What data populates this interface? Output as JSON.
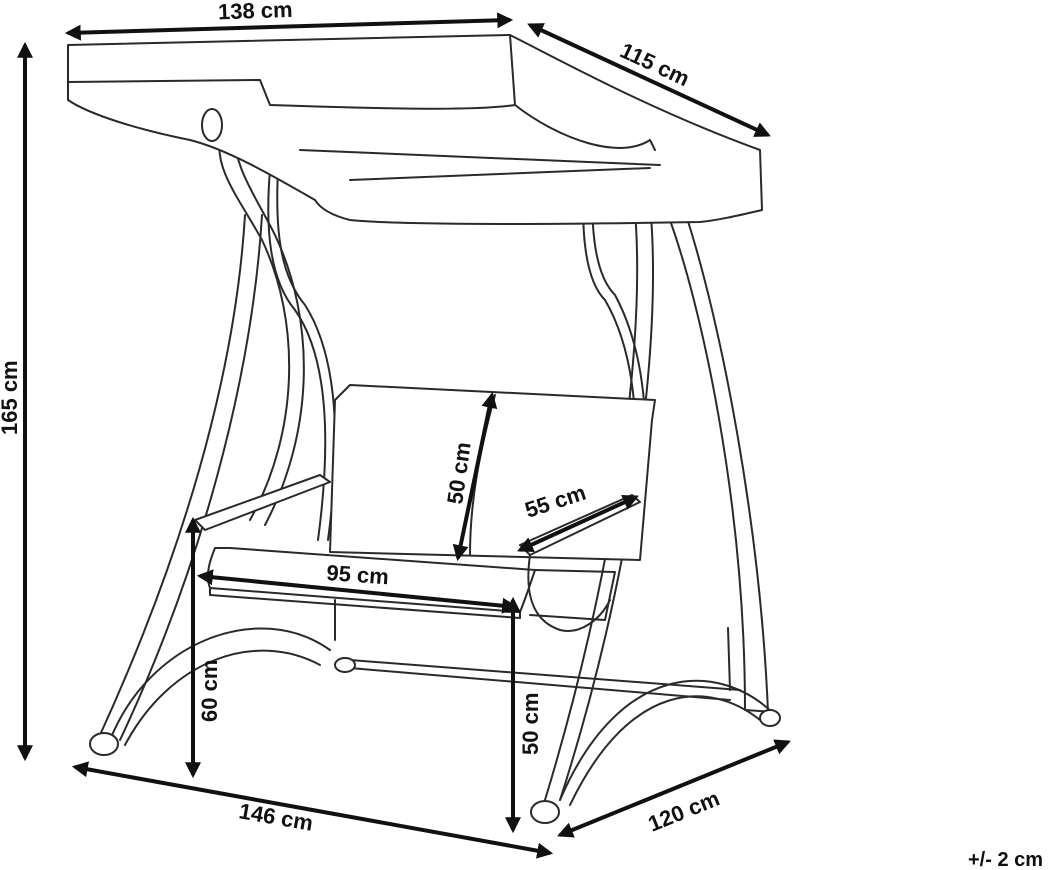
{
  "dimensions": {
    "canopy_width": "138 cm",
    "canopy_depth": "115 cm",
    "total_height": "165 cm",
    "backrest_height": "50 cm",
    "seat_depth": "55 cm",
    "seat_width": "95 cm",
    "armrest_height": "60 cm",
    "seat_height": "50 cm",
    "base_width": "146 cm",
    "base_depth": "120 cm"
  },
  "tolerance": "+/- 2 cm",
  "colors": {
    "line": "#2a2a2a",
    "dimension": "#111111"
  }
}
